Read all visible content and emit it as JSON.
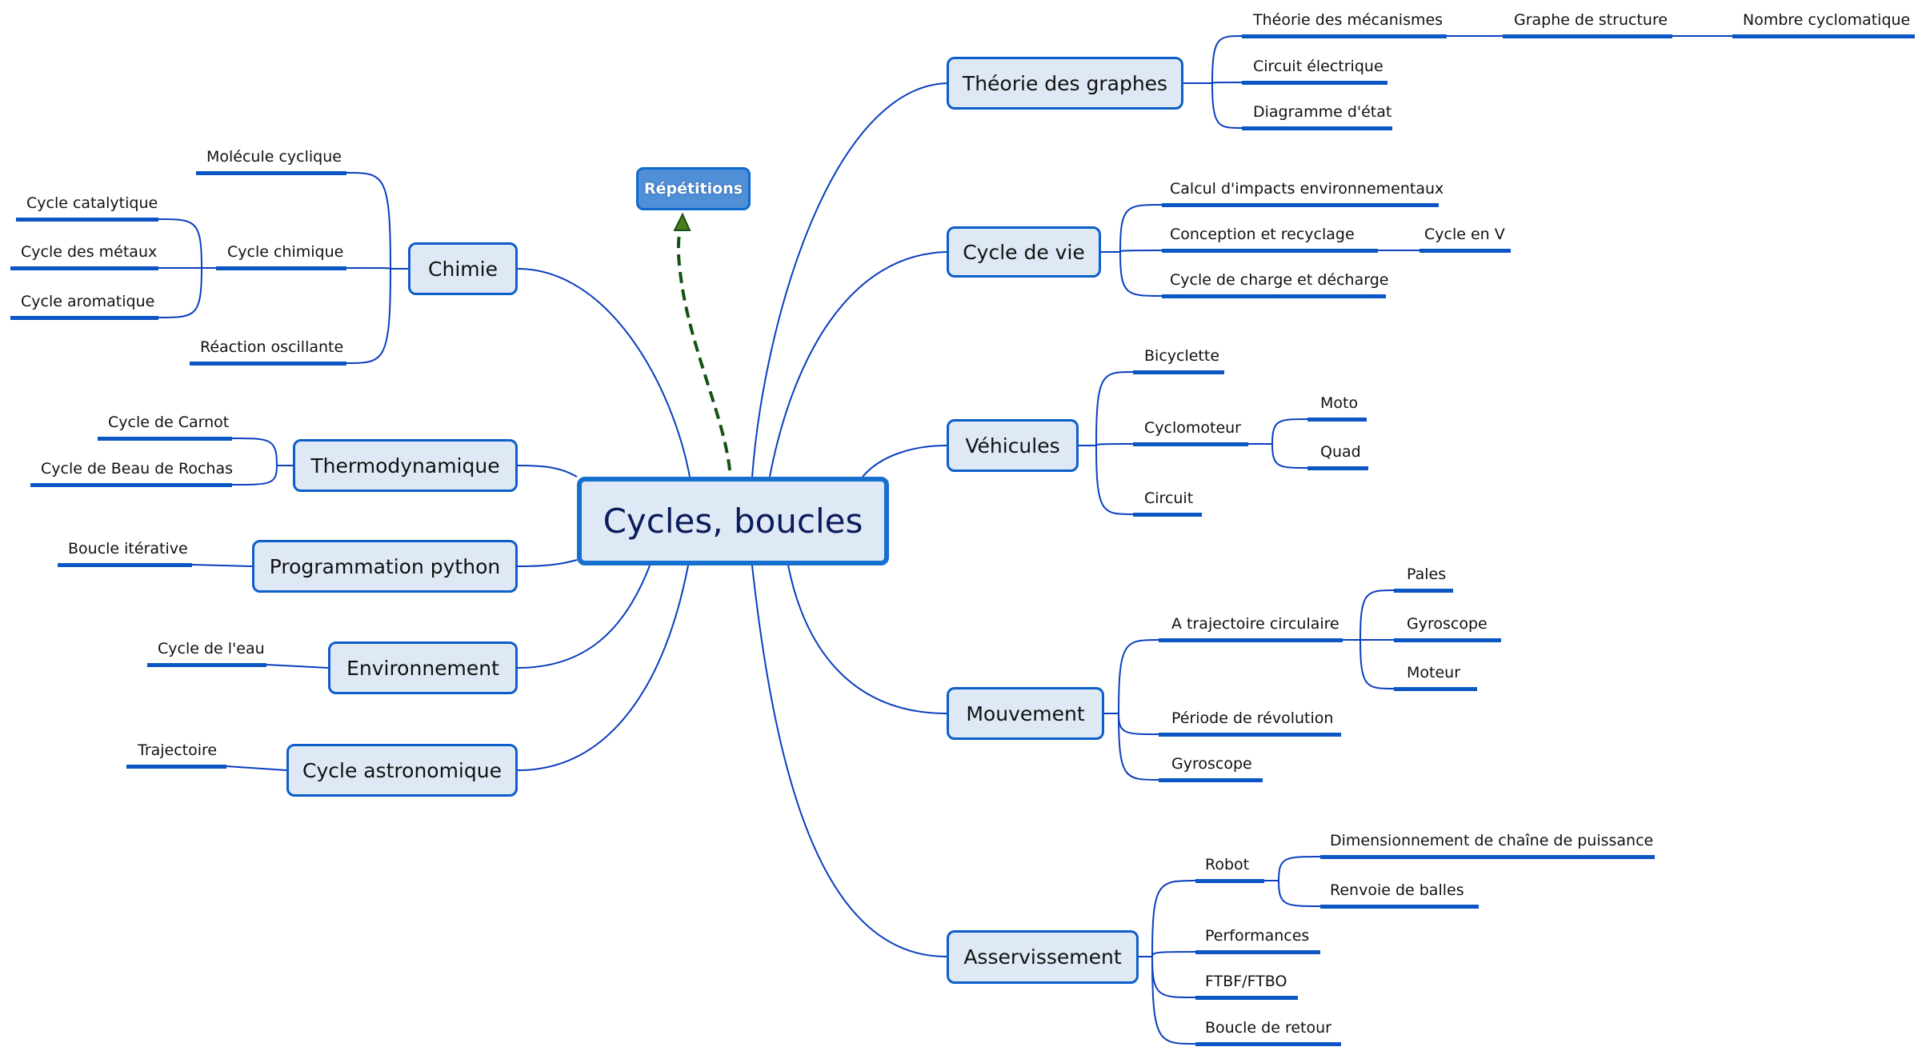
{
  "central": {
    "label": "Cycles, boucles"
  },
  "floating": {
    "label": "Répétitions"
  },
  "right_branches": [
    {
      "label": "Théorie des graphes",
      "children": [
        {
          "label": "Théorie des mécanismes",
          "children": [
            {
              "label": "Graphe de structure",
              "children": [
                {
                  "label": "Nombre cyclomatique"
                }
              ]
            }
          ]
        },
        {
          "label": "Circuit électrique"
        },
        {
          "label": "Diagramme d'état"
        }
      ]
    },
    {
      "label": "Cycle de vie",
      "children": [
        {
          "label": "Calcul d'impacts environnementaux"
        },
        {
          "label": "Conception et recyclage",
          "children": [
            {
              "label": "Cycle en V"
            }
          ]
        },
        {
          "label": "Cycle de charge et décharge"
        }
      ]
    },
    {
      "label": "Véhicules",
      "children": [
        {
          "label": "Bicyclette"
        },
        {
          "label": "Cyclomoteur",
          "children": [
            {
              "label": "Moto"
            },
            {
              "label": "Quad"
            }
          ]
        },
        {
          "label": "Circuit"
        }
      ]
    },
    {
      "label": "Mouvement",
      "children": [
        {
          "label": "A trajectoire circulaire",
          "children": [
            {
              "label": "Pales"
            },
            {
              "label": "Gyroscope"
            },
            {
              "label": "Moteur"
            }
          ]
        },
        {
          "label": "Période de révolution"
        },
        {
          "label": "Gyroscope"
        }
      ]
    },
    {
      "label": "Asservissement",
      "children": [
        {
          "label": "Robot",
          "children": [
            {
              "label": "Dimensionnement de chaîne de puissance"
            },
            {
              "label": "Renvoie de balles"
            }
          ]
        },
        {
          "label": "Performances"
        },
        {
          "label": "FTBF/FTBO"
        },
        {
          "label": "Boucle de retour"
        }
      ]
    }
  ],
  "left_branches": [
    {
      "label": "Chimie",
      "children": [
        {
          "label": "Molécule cyclique"
        },
        {
          "label": "Cycle chimique",
          "children": [
            {
              "label": "Cycle catalytique"
            },
            {
              "label": "Cycle des métaux"
            },
            {
              "label": "Cycle aromatique"
            }
          ]
        },
        {
          "label": "Réaction oscillante"
        }
      ]
    },
    {
      "label": "Thermodynamique",
      "children": [
        {
          "label": "Cycle de Carnot"
        },
        {
          "label": "Cycle de Beau de Rochas"
        }
      ]
    },
    {
      "label": "Programmation python",
      "children": [
        {
          "label": "Boucle itérative"
        }
      ]
    },
    {
      "label": "Environnement",
      "children": [
        {
          "label": "Cycle de l'eau"
        }
      ]
    },
    {
      "label": "Cycle astronomique",
      "children": [
        {
          "label": "Trajectoire"
        }
      ]
    }
  ],
  "colors": {
    "node_fill": "#dfe9f5",
    "node_border": "#0d5ec9",
    "connector": "#0a3fbf",
    "floating_fill": "#4f8fd6",
    "relationship_arrow": "#145214"
  }
}
